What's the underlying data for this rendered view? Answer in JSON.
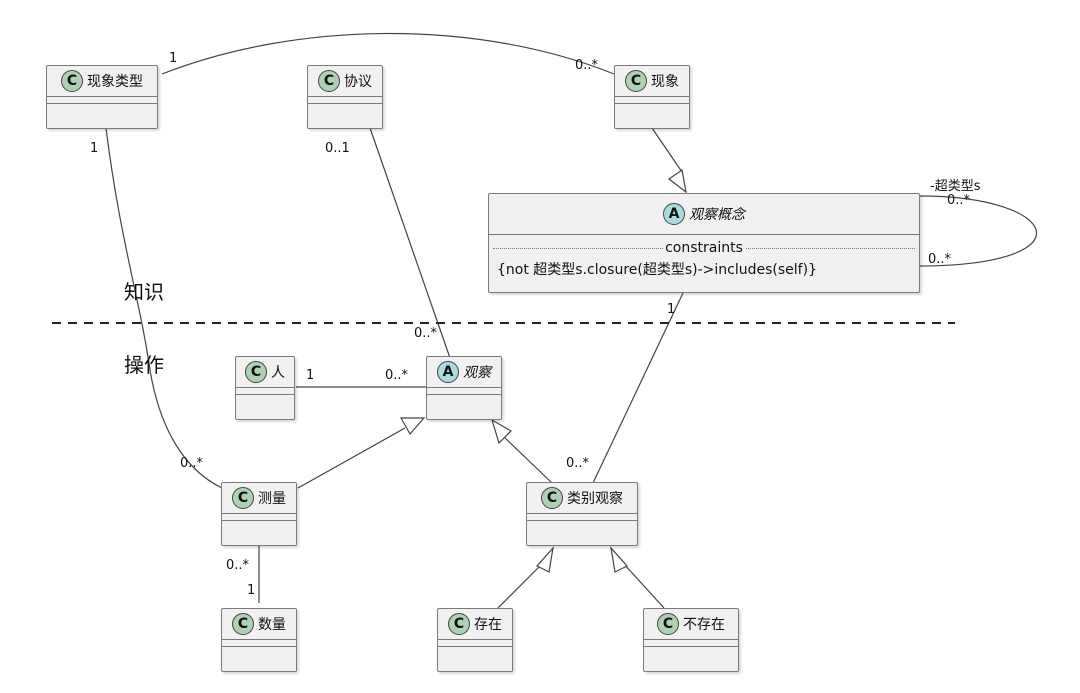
{
  "classes": {
    "phenomenon_type": {
      "stereotype": "C",
      "name": "现象类型"
    },
    "protocol": {
      "stereotype": "C",
      "name": "协议"
    },
    "phenomenon": {
      "stereotype": "C",
      "name": "现象"
    },
    "observation_concept": {
      "stereotype": "A",
      "name": "观察概念",
      "section_title": "constraints",
      "constraint": "{not 超类型s.closure(超类型s)->includes(self)}"
    },
    "person": {
      "stereotype": "C",
      "name": "人"
    },
    "observation": {
      "stereotype": "A",
      "name": "观察"
    },
    "measurement": {
      "stereotype": "C",
      "name": "测量"
    },
    "category_observation": {
      "stereotype": "C",
      "name": "类别观察"
    },
    "quantity": {
      "stereotype": "C",
      "name": "数量"
    },
    "presence": {
      "stereotype": "C",
      "name": "存在"
    },
    "absence": {
      "stereotype": "C",
      "name": "不存在"
    }
  },
  "multiplicities": {
    "pt_ph_left": "1",
    "pt_ph_right": "0..*",
    "pt_meas_top": "1",
    "pt_meas_bottom": "0..*",
    "proto_top": "0..1",
    "proto_bottom": "0..*",
    "person_left": "1",
    "person_right": "0..*",
    "concept_top": "1",
    "concept_bottom": "0..*",
    "meas_qty_top": "0..*",
    "meas_qty_bottom": "1",
    "self_role": "-超类型s",
    "self_top": "0..*",
    "self_bottom": "0..*"
  },
  "packages": {
    "knowledge": "知识",
    "operation": "操作"
  },
  "colors": {
    "class_fill": "#f1f1f1",
    "border": "#7a7a7a",
    "badge_class": "#add1b2",
    "badge_abstract": "#a9dcdf",
    "line": "#444444"
  }
}
